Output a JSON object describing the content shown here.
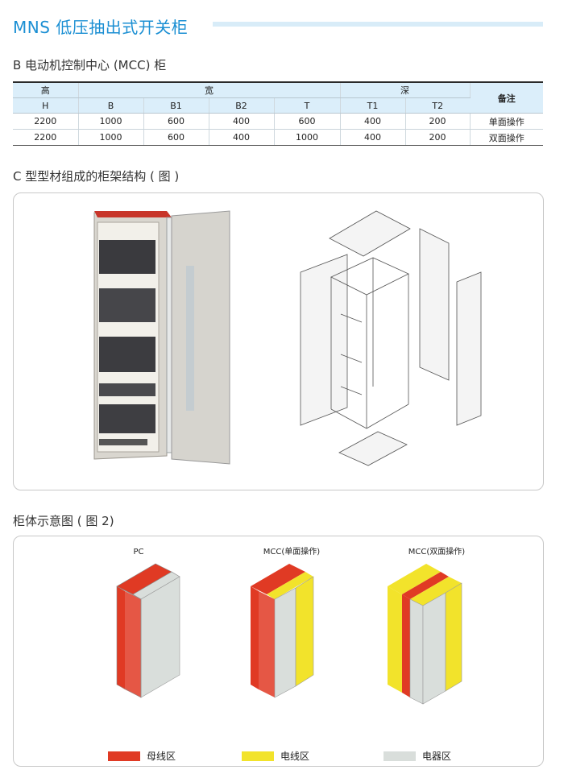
{
  "page_title": "MNS 低压抽出式开关柜",
  "section_b": "B 电动机控制中心 (MCC) 柜",
  "section_c": "C 型型材组成的柜架结构 ( 图 )",
  "section_fig": "柜体示意图 ( 图 2)",
  "table": {
    "h_high": "高",
    "h_width": "宽",
    "h_depth": "深",
    "h_note": "备注",
    "sub": [
      "H",
      "B",
      "B1",
      "B2",
      "T",
      "T1",
      "T2"
    ],
    "rows": [
      [
        "2200",
        "1000",
        "600",
        "400",
        "600",
        "400",
        "200",
        "单面操作"
      ],
      [
        "2200",
        "1000",
        "600",
        "400",
        "1000",
        "400",
        "200",
        "双面操作"
      ]
    ]
  },
  "figure": {
    "cab1_label": "PC",
    "cab2_label": "MCC(单面操作)",
    "cab3_label": "MCC(双面操作)"
  },
  "legend": [
    {
      "label": "母线区",
      "color": "#e03a24"
    },
    {
      "label": "电线区",
      "color": "#f2e32b"
    },
    {
      "label": "电器区",
      "color": "#d9dedb"
    }
  ],
  "colors": {
    "accent": "#1b8fd3",
    "bus": "#e03a24",
    "wire": "#f2e32b",
    "device": "#d9dedb"
  }
}
